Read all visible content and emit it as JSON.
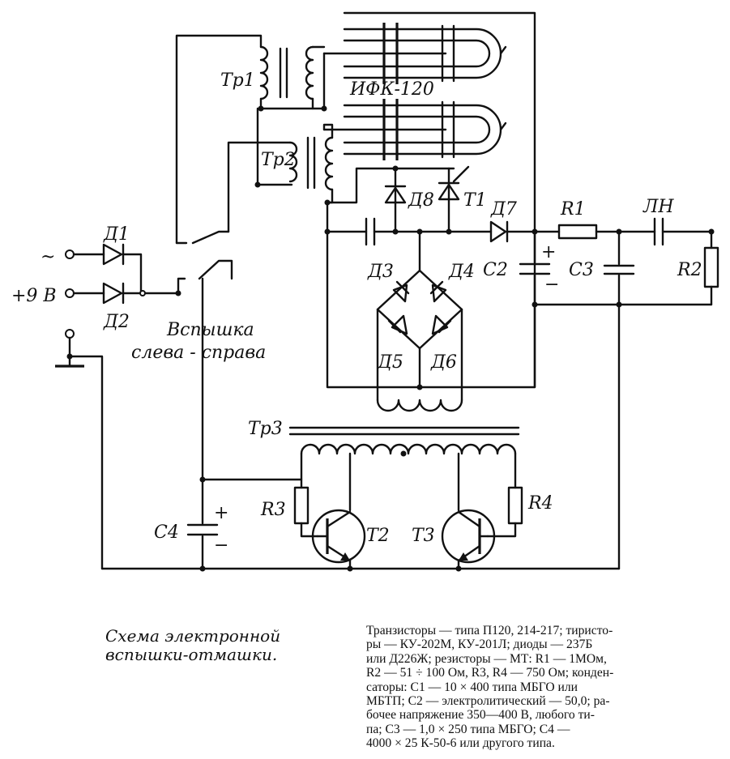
{
  "labels": {
    "tr1": "Тр1",
    "tr2": "Тр2",
    "tr3": "Тр3",
    "lamp": "ИФК-120",
    "d1": "Д1",
    "d2": "Д2",
    "d3": "Д3",
    "d4": "Д4",
    "d5": "Д5",
    "d6": "Д6",
    "d7": "Д7",
    "d8": "Д8",
    "t1": "Т1",
    "t2": "Т2",
    "t3": "Т3",
    "r1": "R1",
    "r2": "R2",
    "r3": "R3",
    "r4": "R4",
    "c2": "С2",
    "c3": "С3",
    "c4": "С4",
    "lh": "ЛН",
    "ac": "~",
    "plus9": "+9 В",
    "switch1": "Вспышка",
    "switch2": "слева - справа",
    "plus": "+",
    "minus": "−"
  },
  "caption": {
    "line1": "Схема электронной",
    "line2": "вспышки-отмашки."
  },
  "note": {
    "lines": [
      "Транзисторы — типа П120, 214-217; тиристо-",
      "ры — КУ-202М, КУ-201Л; диоды — 237Б",
      "или Д226Ж; резисторы — МТ: R1 — 1МОм,",
      "R2 — 51 ÷ 100 Ом, R3, R4 — 750 Ом; конден-",
      "саторы: С1 — 10 × 400 типа МБГО или",
      "МБТП; С2 — электролитический — 50,0; ра-",
      "бочее напряжение 350—400 В, любого ти-",
      "па; С3 — 1,0 × 250 типа МБГО; С4 —",
      "4000 × 25 К-50-6 или другого типа."
    ]
  }
}
